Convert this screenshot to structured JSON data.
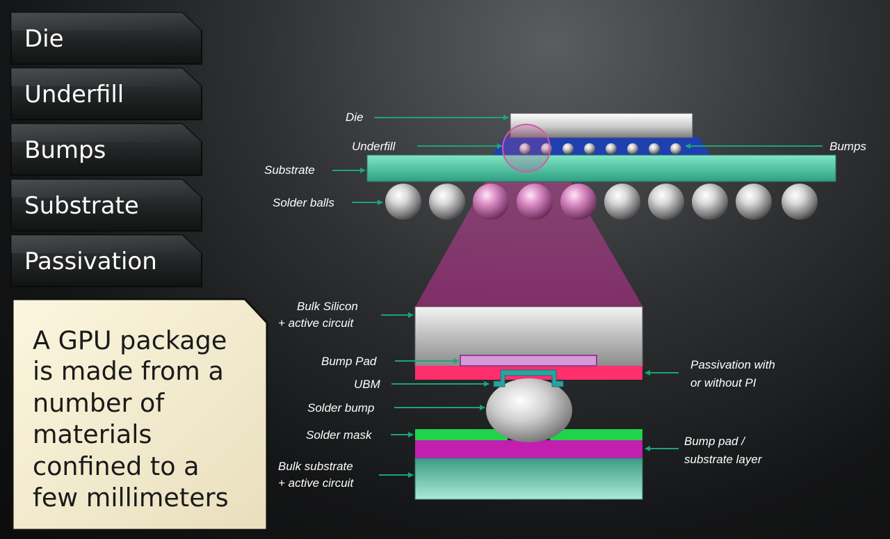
{
  "sidebar": {
    "items": [
      {
        "label": "Die"
      },
      {
        "label": "Underfill"
      },
      {
        "label": "Bumps"
      },
      {
        "label": "Substrate"
      },
      {
        "label": "Passivation"
      }
    ]
  },
  "callout": {
    "lines": [
      "A GPU package",
      "is made from a",
      "number of",
      "materials",
      "confined to a",
      "few millimeters"
    ]
  },
  "package_labels": {
    "die": "Die",
    "underfill": "Underfill",
    "bumps": "Bumps",
    "substrate": "Substrate",
    "solder_balls": "Solder balls"
  },
  "detail_labels": {
    "bulk_silicon_1": "Bulk Silicon",
    "bulk_silicon_2": "+ active circuit",
    "bump_pad": "Bump Pad",
    "ubm": "UBM",
    "solder_bump": "Solder bump",
    "solder_mask": "Solder mask",
    "bulk_substrate_1": "Bulk substrate",
    "bulk_substrate_2": "+ active circuit",
    "passivation_1": "Passivation with",
    "passivation_2": "or without PI",
    "bump_pad_substrate_1": "Bump pad /",
    "bump_pad_substrate_2": "substrate layer"
  },
  "colors": {
    "arrow": "#1aa57a",
    "substrate": "#5fd0b0",
    "underfill": "#1f3fb0",
    "passivation": "#ff2f6e",
    "bump_pad": "#d79ad9",
    "solder_mask": "#22d24a",
    "substrate_layer": "#c21fb0",
    "ubm": "#2aa3a0",
    "highlight": "#9a3a7e"
  }
}
